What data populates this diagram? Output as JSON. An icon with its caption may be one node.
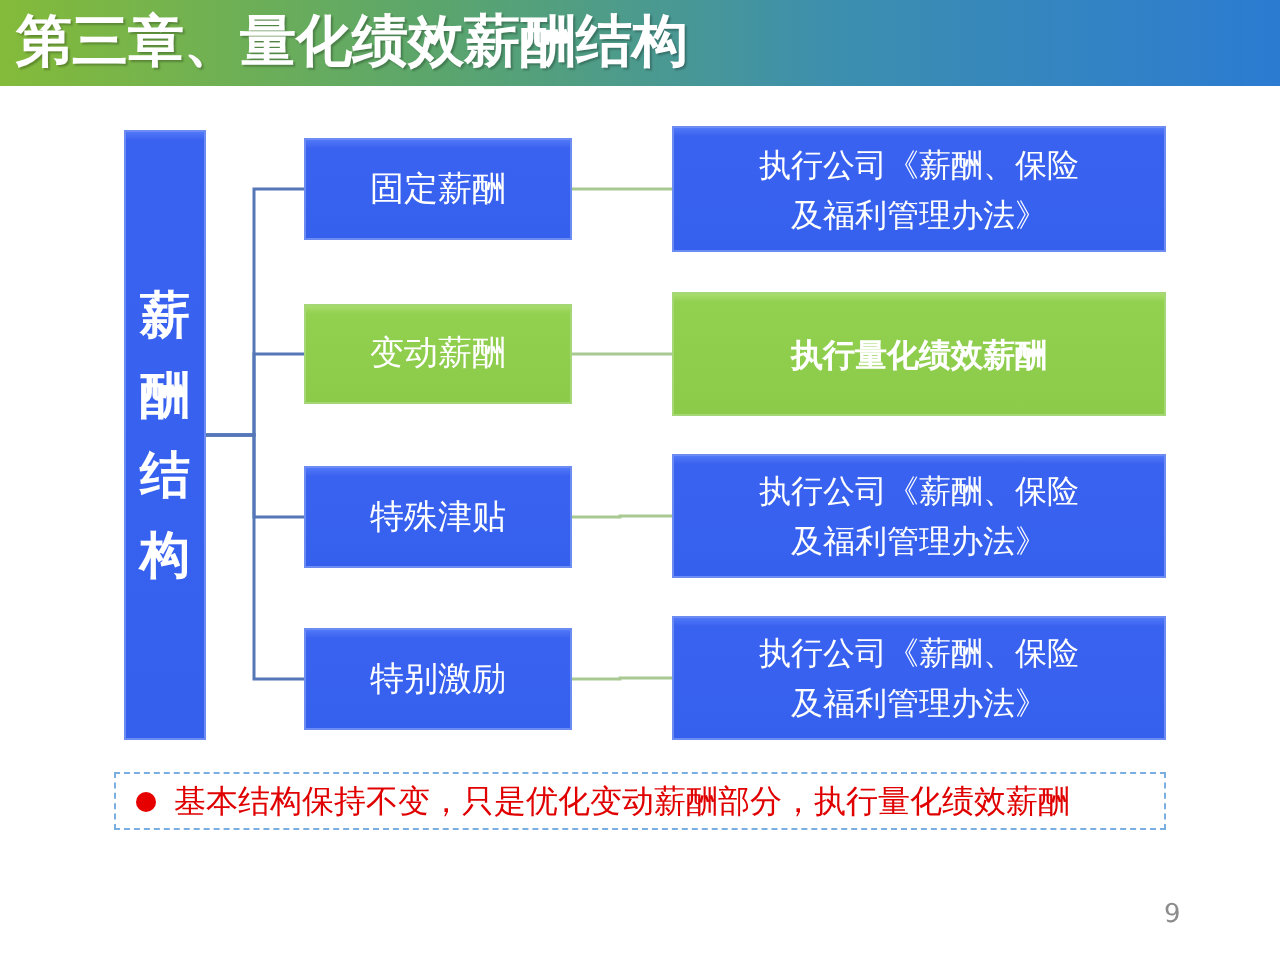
{
  "diagram": {
    "title": "第三章、量化绩效薪酬结构",
    "nodes": [
      {
        "text": [
          "薪酬结构"
        ]
      },
      {
        "text": [
          "固定薪酬"
        ]
      },
      {
        "text": [
          "变动薪酬"
        ]
      },
      {
        "text": [
          "特殊津贴"
        ]
      },
      {
        "text": [
          "特别激励"
        ]
      },
      {
        "text": [
          "执行公司《薪酬、保险及福利管理办法》"
        ]
      },
      {
        "text": [
          "执行量化绩效薪酬"
        ]
      },
      {
        "text": [
          "执行公司《薪酬、保险及福利管理办法》"
        ]
      },
      {
        "text": [
          "执行公司《薪酬、保险及福利管理办法》"
        ]
      },
      {
        "text": [
          "基本结构保持不变，只是优化变动薪酬部分，执行量化绩效薪酬"
        ]
      }
    ],
    "edges": [
      {
        "from": 0,
        "to": 1,
        "arrow": "none"
      },
      {
        "from": 0,
        "to": 2,
        "arrow": "none"
      },
      {
        "from": 0,
        "to": 3,
        "arrow": "none"
      },
      {
        "from": 0,
        "to": 4,
        "arrow": "none"
      },
      {
        "from": 1,
        "to": 5,
        "arrow": "none",
        "color": "#a9c992"
      },
      {
        "from": 2,
        "to": 6,
        "arrow": "none",
        "color": "#a9c992"
      },
      {
        "from": 3,
        "to": 7,
        "arrow": "none",
        "color": "#a9c992"
      },
      {
        "from": 4,
        "to": 8,
        "arrow": "none",
        "color": "#a9c992"
      }
    ],
    "labels": [
      "9"
    ]
  }
}
